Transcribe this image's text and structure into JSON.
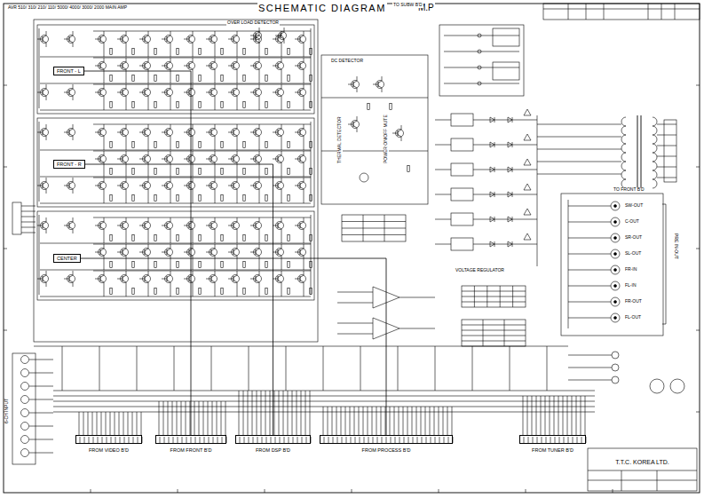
{
  "diagram": {
    "title": "SCHEMATIC DIAGRAM",
    "nodes": [
      {
        "text": [
          "FRONT - L"
        ]
      },
      {
        "text": [
          "FRONT - R"
        ]
      },
      {
        "text": [
          "CENTER"
        ]
      },
      {
        "text": [
          "FROM VIDEO B'D"
        ]
      },
      {
        "text": [
          "FROM FRONT B'D"
        ]
      },
      {
        "text": [
          "FROM DSP B'D"
        ]
      },
      {
        "text": [
          "FROM PROCESS B'D"
        ]
      },
      {
        "text": [
          "FROM TUNER B'D"
        ]
      },
      {
        "text": [
          "T.T.C. KOREA LTD."
        ]
      }
    ],
    "edges": [
      {
        "from": 4,
        "to": 0,
        "arrow": "none"
      },
      {
        "from": 5,
        "to": 1,
        "arrow": "none"
      },
      {
        "from": 6,
        "to": 2,
        "arrow": "none"
      }
    ],
    "labels": [
      "AVR 510/ 310/ 210/ 110/ 5000/ 4000/ 3000/ 2000 MAIN AMP",
      "M.P",
      "TO SUBW B'D",
      "OVER LOAD DETECTOR",
      "DC DETECTOR",
      "THERMAL DETECTOR",
      "POWER ON/OFF MUTE",
      "VOLTAGE REGULATOR",
      "TO FRONT B'D",
      "PRE IN-OUT",
      "SW-OUT",
      "C-OUT",
      "SR-OUT",
      "SL-OUT",
      "FR-IN",
      "FL-IN",
      "FR-OUT",
      "FL-OUT",
      "6-CH INPUT"
    ]
  }
}
